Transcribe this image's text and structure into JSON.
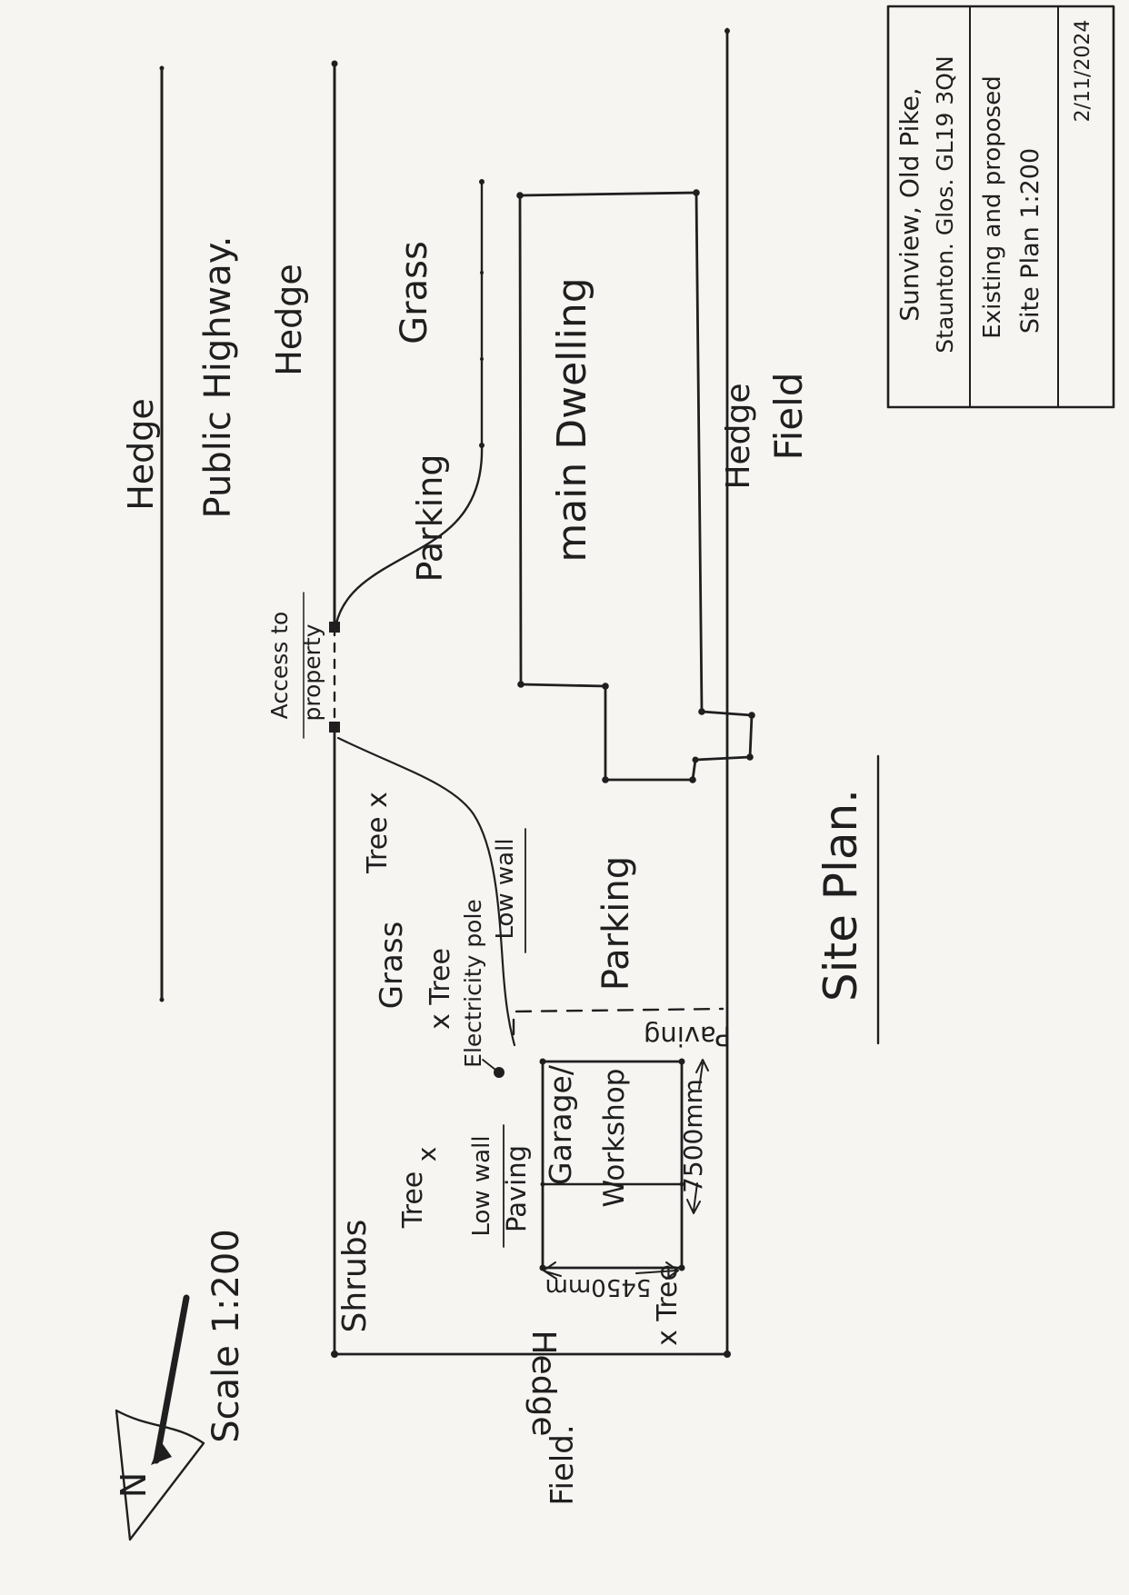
{
  "colors": {
    "paper": "#f6f5f2",
    "ink": "#1f1f1f"
  },
  "title_block": {
    "address_line1": "Sunview, Old Pike,",
    "address_line2": "Staunton. Glos. GL19 3QN",
    "project_line1": "Existing and proposed",
    "project_line2": "Site Plan 1:200",
    "date": "2/11/2024"
  },
  "labels": {
    "hedge_outer": "Hedge",
    "public_highway": "Public Highway.",
    "hedge_frontage": "Hedge",
    "access_line1": "Access to",
    "access_line2": "property",
    "grass_front": "Grass",
    "parking_front": "Parking",
    "main_dwelling": "main Dwelling",
    "hedge_right": "Hedge",
    "field_right": "Field",
    "tree_1": "Tree x",
    "grass_mid": "Grass",
    "tree_2": "x Tree",
    "electricity_pole": "Electricity pole",
    "low_wall_1": "Low wall",
    "parking_rear": "Parking",
    "paving_boundary": "Paving",
    "low_wall_2": "Low wall",
    "paving_garage": "Paving",
    "garage_line1": "Garage/",
    "garage_line2": "Workshop",
    "dim_length": "7500mm",
    "dim_width": "5450mm",
    "tree_3": "Tree",
    "tree_3_marker": "x",
    "shrubs": "Shrubs",
    "tree_4": "x Tree",
    "hedge_bottom": "Hedge",
    "field_bottom": "Field.",
    "site_plan_title": "Site Plan.",
    "scale": "Scale 1:200",
    "north_marker": "N"
  }
}
